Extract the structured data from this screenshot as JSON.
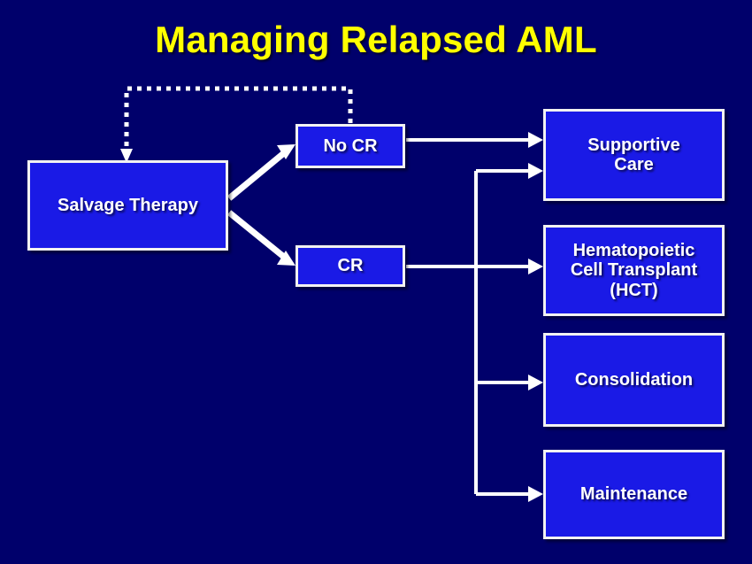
{
  "slide": {
    "title": "Managing Relapsed AML",
    "background_color": "#00006b",
    "title_color": "#ffff00",
    "box_fill_color": "#1a1ae6",
    "box_border_color": "#f2f2f2",
    "box_text_color": "#ffffff",
    "connector_color": "#ffffff"
  },
  "nodes": {
    "salvage": {
      "label": "Salvage Therapy"
    },
    "no_cr": {
      "label": "No CR"
    },
    "cr": {
      "label": "CR"
    },
    "supportive_care": {
      "line1": "Supportive",
      "line2": "Care"
    },
    "hct": {
      "line1": "Hematopoietic",
      "line2": "Cell Transplant",
      "line3": "(HCT)"
    },
    "consolidation": {
      "label": "Consolidation"
    },
    "maintenance": {
      "label": "Maintenance"
    }
  },
  "edges": [
    {
      "from": "salvage",
      "to": "no_cr",
      "style": "solid"
    },
    {
      "from": "salvage",
      "to": "cr",
      "style": "solid"
    },
    {
      "from": "no_cr",
      "to": "supportive_care",
      "style": "solid"
    },
    {
      "from": "no_cr",
      "to": "salvage",
      "style": "dashed"
    },
    {
      "from": "cr",
      "to": "hct",
      "style": "solid"
    },
    {
      "from": "cr",
      "to": "supportive_care",
      "style": "solid"
    },
    {
      "from": "cr",
      "to": "consolidation",
      "style": "solid"
    },
    {
      "from": "cr",
      "to": "maintenance",
      "style": "solid"
    }
  ]
}
